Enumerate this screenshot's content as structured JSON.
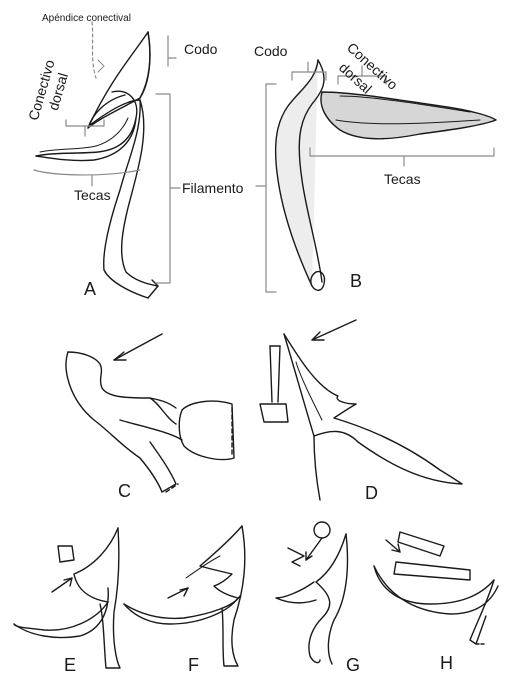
{
  "labels": {
    "apendice": "Apéndice conectival",
    "conectivo": "Conectivo",
    "dorsal": "dorsal",
    "codo": "Codo",
    "filamento": "Filamento",
    "tecas": "Tecas"
  },
  "panels": [
    "A",
    "B",
    "C",
    "D",
    "E",
    "F",
    "G",
    "H"
  ],
  "colors": {
    "line": "#1a1a1a",
    "bracket": "#8a8a8a",
    "fill_light": "#ededed",
    "fill_theca": "#d6d6d6"
  }
}
